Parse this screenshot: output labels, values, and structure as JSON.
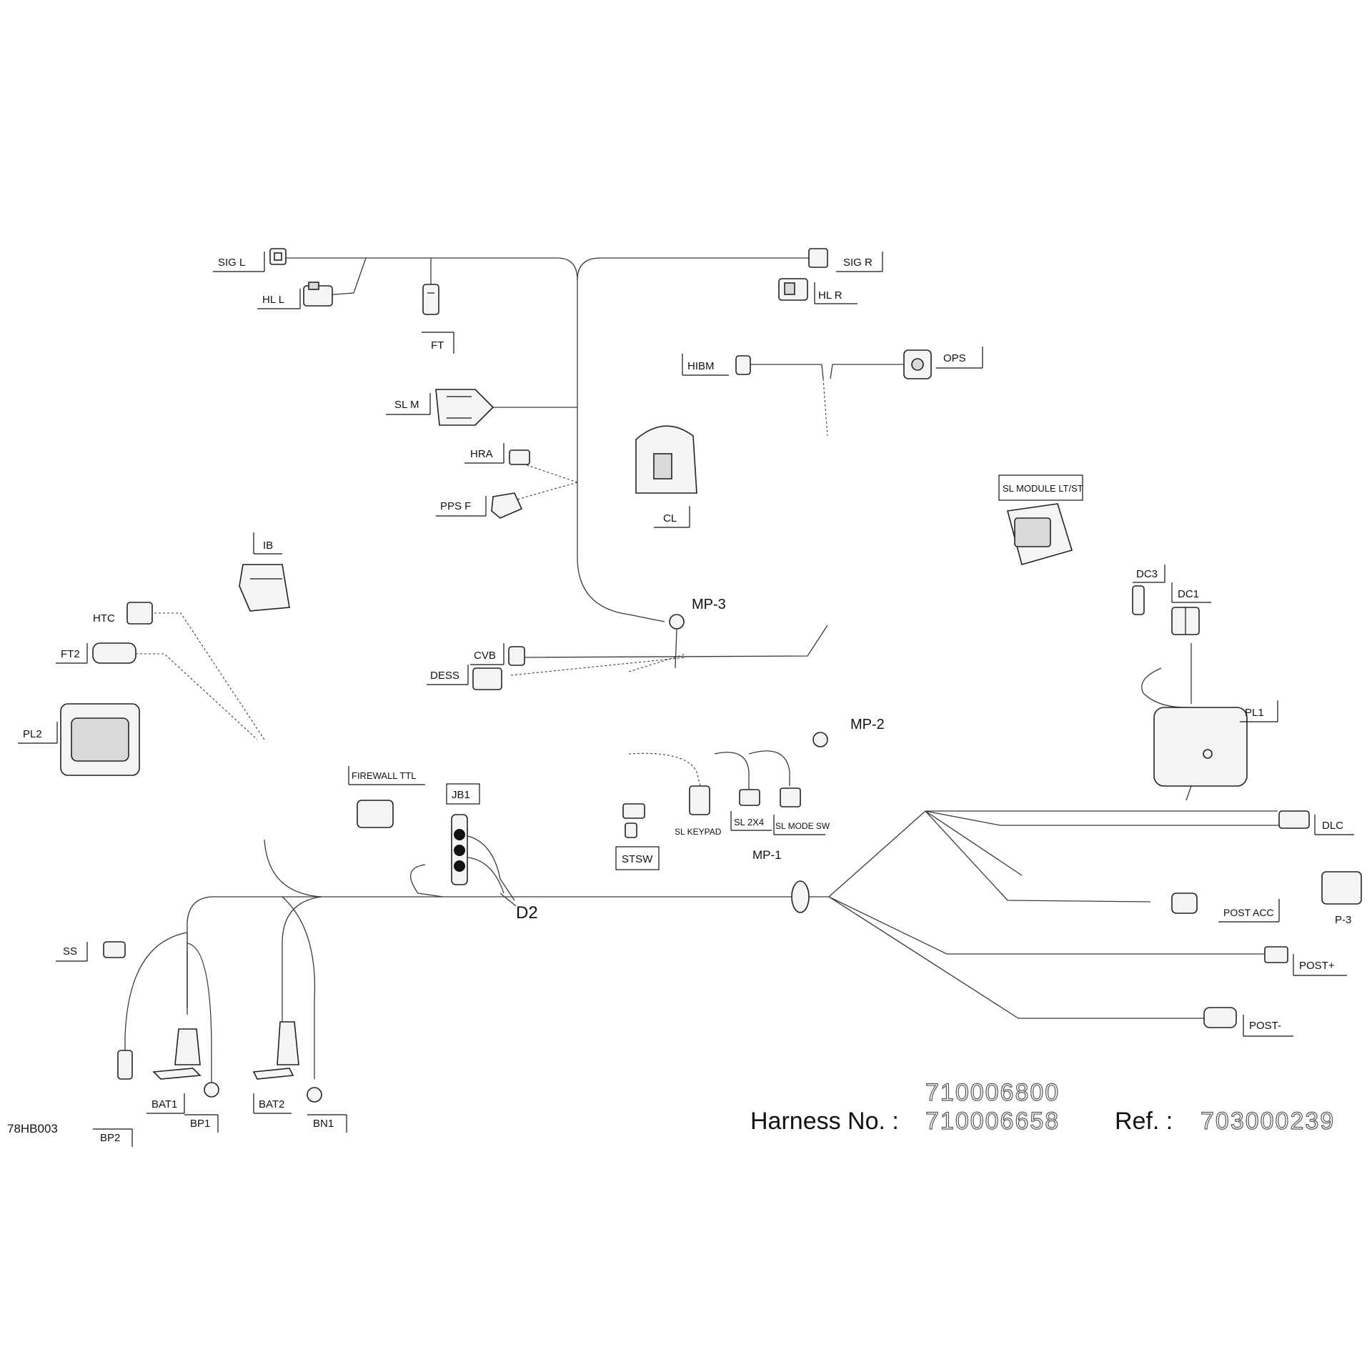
{
  "connectors": {
    "sig_l": "SIG L",
    "hl_l": "HL L",
    "ft": "FT",
    "sig_r": "SIG R",
    "hl_r": "HL R",
    "hibm": "HIBM",
    "ops": "OPS",
    "sl_m": "SL M",
    "hra": "HRA",
    "pps_f": "PPS F",
    "cl": "CL",
    "sl_module": "SL MODULE LT/ST",
    "ib": "IB",
    "htc": "HTC",
    "ft2": "FT2",
    "pl2": "PL2",
    "cvb": "CVB",
    "dess": "DESS",
    "mp3": "MP-3",
    "mp2": "MP-2",
    "mp1": "MP-1",
    "dc3": "DC3",
    "dc1": "DC1",
    "pl1": "PL1",
    "firewall": "FIREWALL TTL",
    "jb1": "JB1",
    "sl_keypad": "SL KEYPAD",
    "sl_2x4": "SL 2X4",
    "sl_mode_sw": "SL MODE SW",
    "stsw": "STSW",
    "d2": "D2",
    "dlc": "DLC",
    "post_acc": "POST ACC",
    "p3": "P-3",
    "post_plus": "POST+",
    "post_minus": "POST-",
    "ss": "SS",
    "bp2": "BP2",
    "bat1": "BAT1",
    "bp1": "BP1",
    "bat2": "BAT2",
    "bn1": "BN1"
  },
  "footer": {
    "code": "78HB003",
    "harness_label": "Harness No. :",
    "harness_numbers": [
      "710006800",
      "710006658"
    ],
    "ref_label": "Ref. :",
    "ref_number": "703000239"
  }
}
